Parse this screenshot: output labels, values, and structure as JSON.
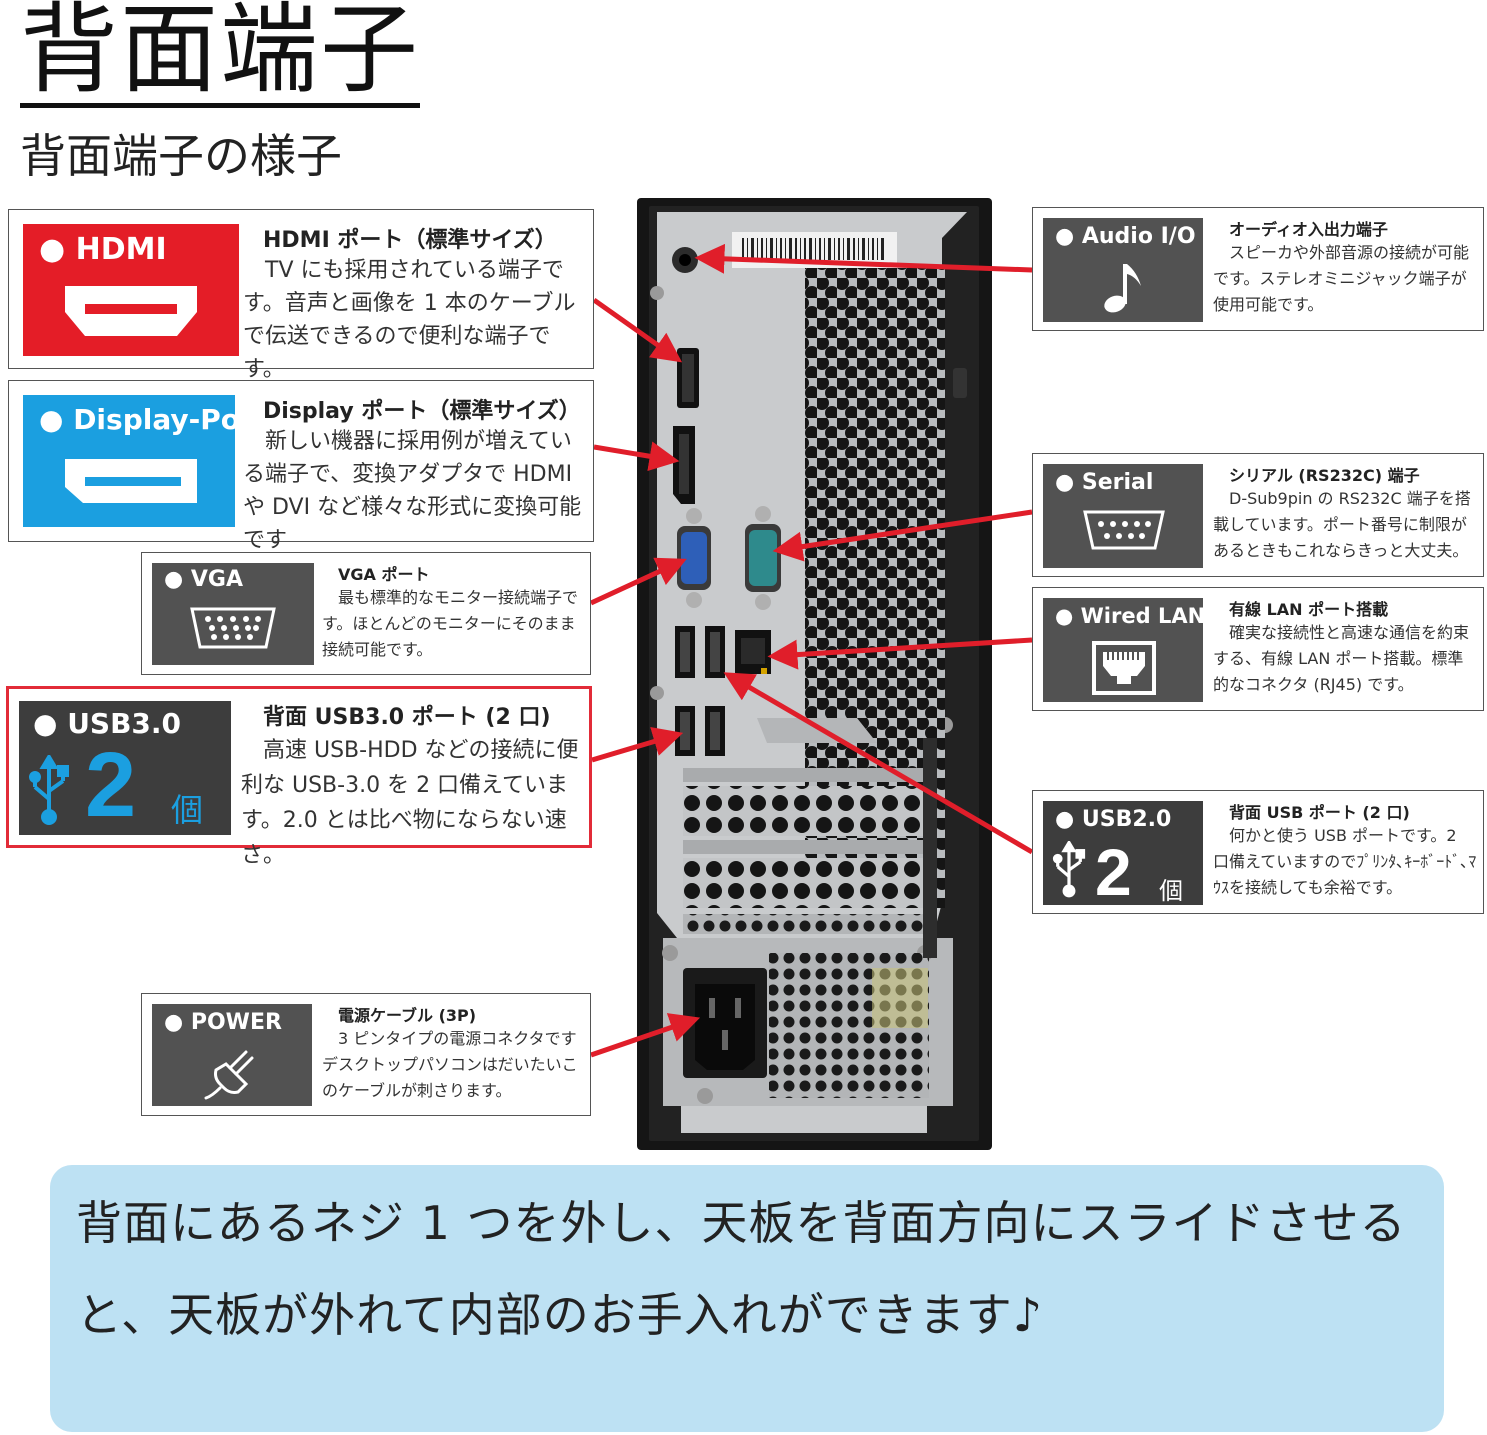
{
  "page": {
    "title": "背面端子",
    "subtitle": "背面端子の様子"
  },
  "ports": {
    "hdmi": {
      "tile_label": "HDMI",
      "title": "HDMI ポート（標準サイズ）",
      "body": "TV にも採用されている端子です。音声と画像を 1 本のケーブルで伝送できるので便利な端子です。",
      "icon": "hdmi-connector-icon",
      "color": "#e41d27"
    },
    "displayport": {
      "tile_label": "Display-Port",
      "title": "Display ポート（標準サイズ）",
      "body": "新しい機器に採用例が増えている端子で、変換アダプタで HDMI や DVI など様々な形式に変換可能です",
      "icon": "displayport-connector-icon",
      "color": "#1b9fe0"
    },
    "vga": {
      "tile_label": "VGA",
      "title": "VGA ポート",
      "body": "最も標準的なモニター接続端子です。ほとんどのモニターにそのまま接続可能です。",
      "icon": "vga-connector-icon"
    },
    "usb3": {
      "tile_label": "USB3.0",
      "count": "2",
      "count_unit": "個",
      "title": "背面 USB3.0 ポート (2 口)",
      "body": "高速 USB-HDD などの接続に便利な USB-3.0 を 2 口備えています。2.0 とは比べ物にならない速さ。",
      "icon": "usb-icon"
    },
    "audio": {
      "tile_label": "Audio I/O",
      "title": "オーディオ入出力端子",
      "body": "スピーカや外部音源の接続が可能です。ステレオミニジャック端子が使用可能です。",
      "icon": "music-note-icon"
    },
    "serial": {
      "tile_label": "Serial",
      "title": "シリアル (RS232C) 端子",
      "body": "D-Sub9pin の RS232C 端子を搭載しています。ポート番号に制限があるときもこれならきっと大丈夫。",
      "icon": "serial-connector-icon"
    },
    "lan": {
      "tile_label": "Wired LAN",
      "title": "有線 LAN ポート搭載",
      "body": "確実な接続性と高速な通信を約束する、有線 LAN ポート搭載。標準的なコネクタ (RJ45) です。",
      "icon": "rj45-connector-icon"
    },
    "usb2": {
      "tile_label": "USB2.0",
      "count": "2",
      "count_unit": "個",
      "title": "背面 USB ポート (2 口)",
      "body": "何かと使う USB ポートです。2 口備えていますのでﾌﾟﾘﾝﾀ､ｷｰﾎﾞｰﾄﾞ､ﾏｳｽを接続しても余裕です。",
      "icon": "usb-icon"
    },
    "power": {
      "tile_label": "POWER",
      "title": "電源ケーブル (3P)",
      "body": "3 ピンタイプの電源コネクタですデスクトップパソコンはだいたいこのケーブルが刺さります。",
      "icon": "power-plug-icon"
    }
  },
  "note": {
    "text": "背面にあるネジ 1 つを外し、天板を背面方向にスライドさせると、天板が外れて内部のお手入れができます♪"
  },
  "colors": {
    "arrow": "#e01e2a",
    "note_bg": "#bde1f3",
    "tile_dark": "#525252"
  }
}
